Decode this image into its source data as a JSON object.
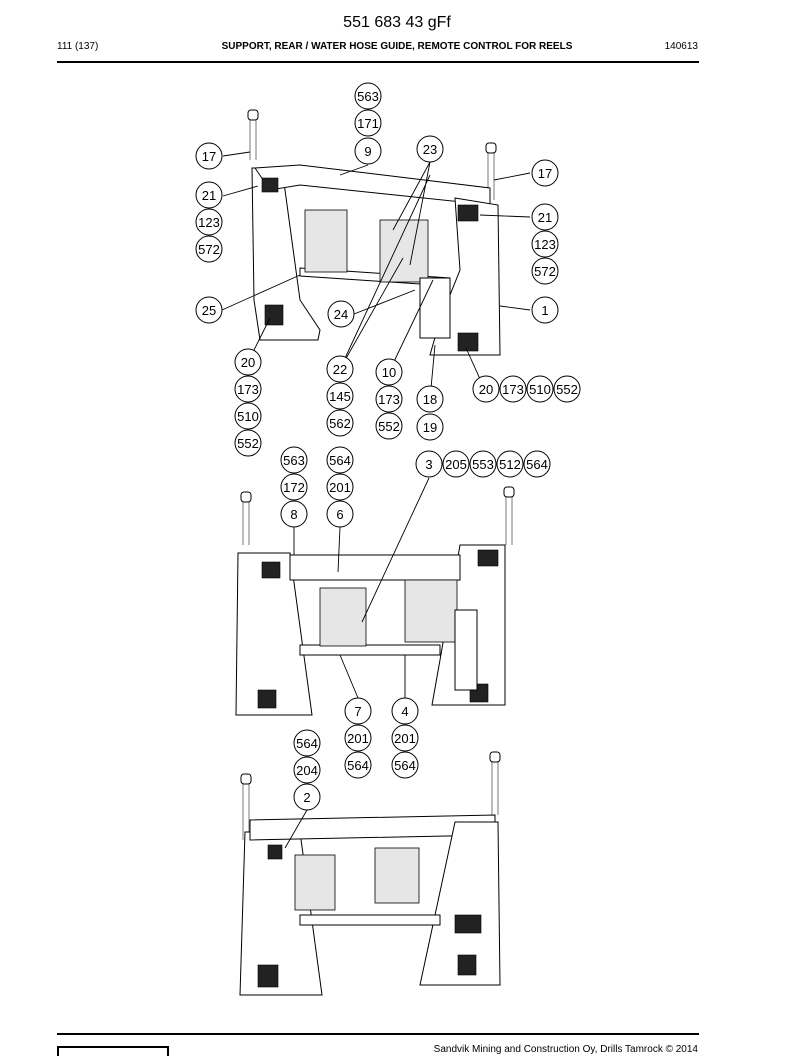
{
  "document": {
    "title": "551 683 43 gFf",
    "page_ref": "111 (137)",
    "section_title": "SUPPORT, REAR / WATER HOSE GUIDE, REMOTE CONTROL FOR REELS",
    "date_code": "140613",
    "footer_text": "Sandvik Mining and Construction Oy, Drills Tamrock © 2014"
  },
  "callouts": {
    "v1": [
      "563",
      "171",
      "9",
      "23",
      "17",
      "21",
      "123",
      "572",
      "17",
      "21",
      "123",
      "572",
      "25",
      "24",
      "1",
      "20",
      "173",
      "510",
      "552",
      "22",
      "145",
      "562",
      "10",
      "173",
      "552",
      "18",
      "19",
      "20",
      "173",
      "510",
      "552"
    ],
    "v2": [
      "563",
      "172",
      "8",
      "564",
      "201",
      "6",
      "3",
      "205",
      "553",
      "512",
      "564",
      "7",
      "201",
      "564",
      "4",
      "201",
      "564"
    ],
    "v3": [
      "564",
      "204",
      "2"
    ]
  }
}
